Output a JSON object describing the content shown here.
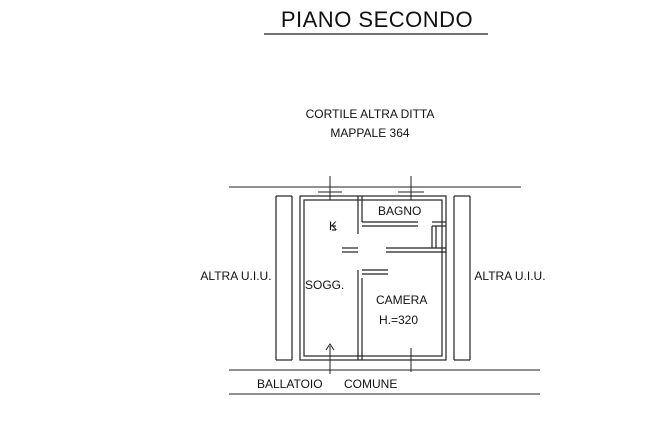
{
  "title": "PIANO SECONDO",
  "labels": {
    "courtyard_line1": "CORTILE ALTRA DITTA",
    "courtyard_line2": "MAPPALE 364",
    "left_unit": "ALTRA U.I.U.",
    "right_unit": "ALTRA U.I.U.",
    "kitchen": "K",
    "bathroom": "BAGNO",
    "living": "SOGG.",
    "bedroom": "CAMERA",
    "height": "H.=320",
    "gallery_1": "BALLATOIO",
    "gallery_2": "COMUNE"
  },
  "colors": {
    "ink": "#222222",
    "background": "#ffffff"
  }
}
